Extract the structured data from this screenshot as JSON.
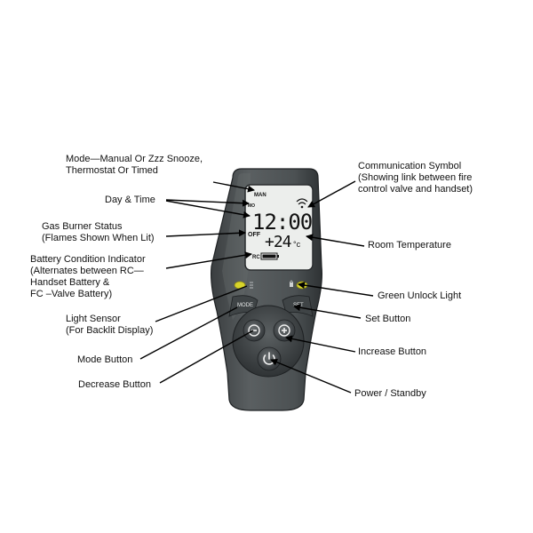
{
  "remote": {
    "lcd": {
      "mode": "MAN",
      "day": "MO",
      "time": "12:00",
      "burner_status": "OFF",
      "temperature": "+24",
      "temperature_unit": "°c",
      "battery_prefix": "RC"
    },
    "buttons": {
      "mode": "MODE",
      "set": "SET",
      "decrease_symbol": "⊖",
      "increase_symbol": "⊕",
      "power_symbol": "⏻"
    },
    "colors": {
      "body": "#4f5456",
      "body_dark": "#303436",
      "lcd_bg": "#eceeec",
      "unlock_light": "#d8d42a",
      "button": "#3f4446"
    }
  },
  "callouts": {
    "mode": [
      "Mode—Manual Or Zzz Snooze,",
      "Thermostat Or Timed"
    ],
    "day_time": [
      "Day & Time"
    ],
    "gas_burner": [
      "Gas Burner Status",
      "(Flames Shown When Lit)"
    ],
    "battery": [
      "Battery Condition Indicator",
      "(Alternates between RC—",
      "Handset Battery &",
      "FC –Valve Battery)"
    ],
    "light_sensor": [
      "Light Sensor",
      "(For Backlit Display)"
    ],
    "mode_button": [
      "Mode Button"
    ],
    "decrease_button": [
      "Decrease Button"
    ],
    "communication": [
      "Communication Symbol",
      "(Showing link between fire",
      "control valve and handset)"
    ],
    "room_temp": [
      "Room Temperature"
    ],
    "green_unlock": [
      "Green Unlock Light"
    ],
    "set_button": [
      "Set Button"
    ],
    "increase_button": [
      "Increase Button"
    ],
    "power": [
      "Power / Standby"
    ]
  }
}
